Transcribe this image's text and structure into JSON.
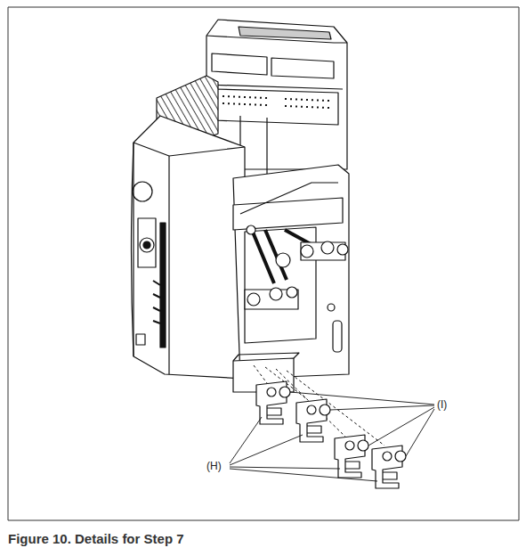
{
  "diagram": {
    "caption": "Figure 10. Details for Step 7",
    "labels": [
      "(H)",
      "(I)"
    ]
  }
}
